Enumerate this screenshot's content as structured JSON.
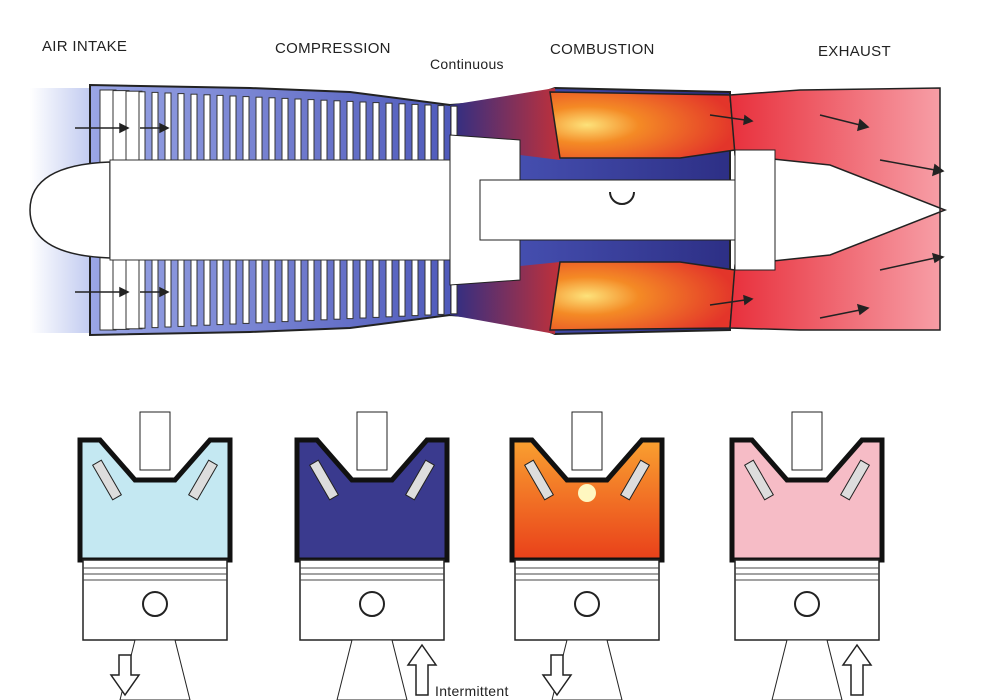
{
  "labels": {
    "air_intake": "AIR INTAKE",
    "compression": "COMPRESSION",
    "continuous": "Continuous",
    "combustion": "COMBUSTION",
    "exhaust": "EXHAUST",
    "intermittent": "Intermittent"
  },
  "colors": {
    "intake": "#c9d3f2",
    "compression": "#3b3f9a",
    "combustion": "#e8402a",
    "flame": "#f9b233",
    "exhaust": "#ef4a54",
    "piston_intake": "#c4e8f2",
    "piston_compression": "#3a3a8e",
    "piston_combustion": "#ee4c1c",
    "piston_exhaust": "#f6bcc6"
  },
  "strokes": [
    {
      "name": "intake",
      "piston_arrow": "down"
    },
    {
      "name": "compression",
      "piston_arrow": "up"
    },
    {
      "name": "combustion",
      "piston_arrow": "down"
    },
    {
      "name": "exhaust",
      "piston_arrow": "up"
    }
  ]
}
